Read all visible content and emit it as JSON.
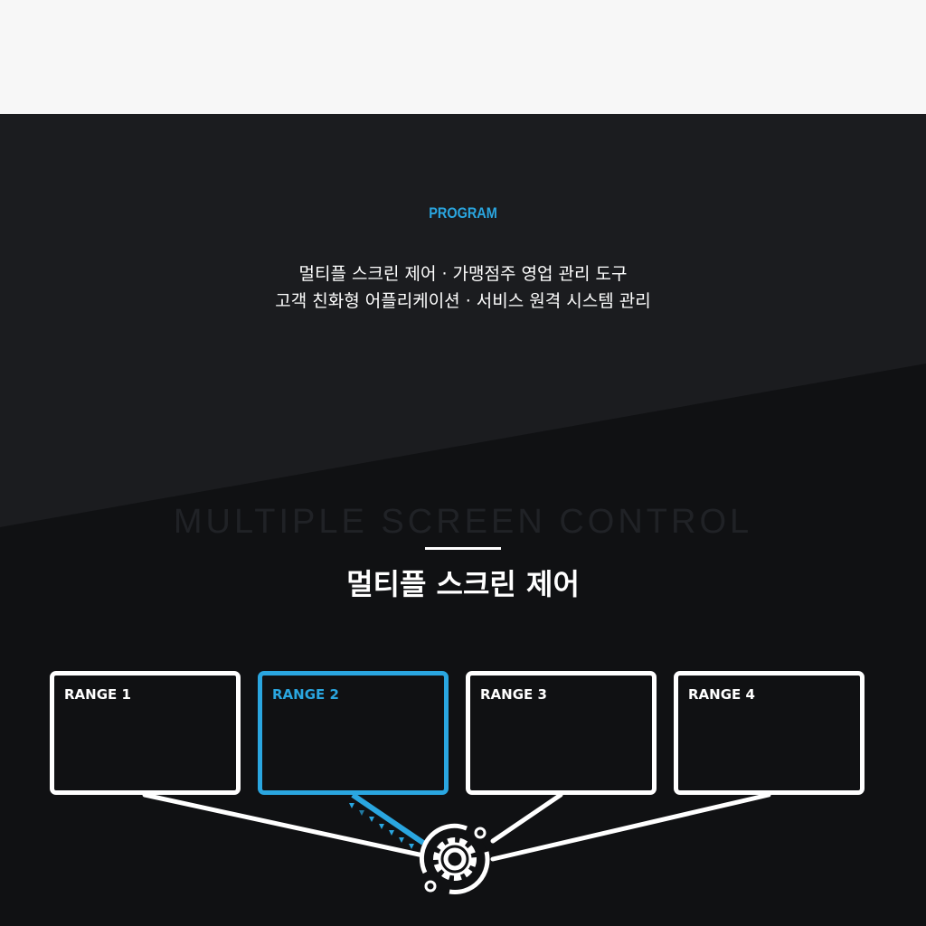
{
  "section_label": "PROGRAM",
  "description": [
    "멀티플 스크린 제어 · 가맹점주 영업 관리 도구",
    "고객 친화형 어플리케이션  ·  서비스 원격 시스템 관리"
  ],
  "ghost_title": "MULTIPLE SCREEN CONTROL",
  "title": "멀티플 스크린 제어",
  "ranges": [
    {
      "label": "RANGE 1"
    },
    {
      "label": "RANGE 2"
    },
    {
      "label": "RANGE 3"
    },
    {
      "label": "RANGE 4"
    }
  ],
  "active_range": 2,
  "colors": {
    "accent": "#2aa6e0",
    "bg_dark": "#1b1c1f",
    "bg_darker": "#101113"
  }
}
